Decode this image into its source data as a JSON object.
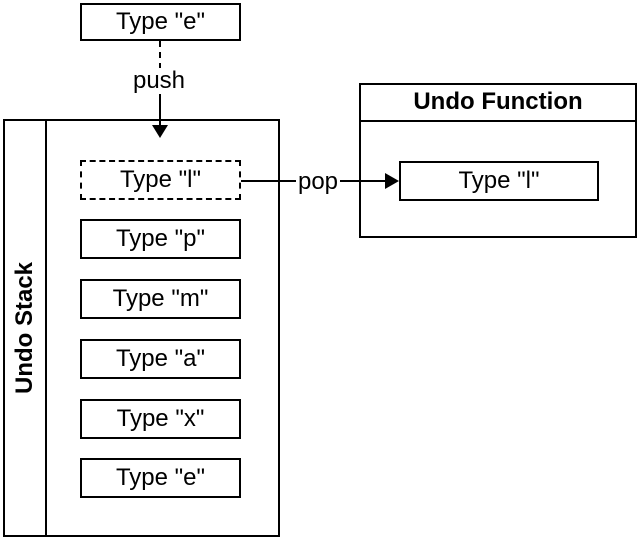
{
  "diagram": {
    "background_color": "#ffffff",
    "line_color": "#000000",
    "text_color": "#000000"
  },
  "incoming_keystroke": {
    "label": "Type \"e\""
  },
  "connectors": {
    "push": {
      "label": "push"
    },
    "pop": {
      "label": "pop"
    }
  },
  "undo_stack": {
    "title": "Undo Stack",
    "items": [
      {
        "label": "Type \"l\"",
        "style": "dashed"
      },
      {
        "label": "Type \"p\"",
        "style": "solid"
      },
      {
        "label": "Type \"m\"",
        "style": "solid"
      },
      {
        "label": "Type \"a\"",
        "style": "solid"
      },
      {
        "label": "Type \"x\"",
        "style": "solid"
      },
      {
        "label": "Type \"e\"",
        "style": "solid"
      }
    ]
  },
  "undo_function": {
    "title": "Undo Function",
    "item": {
      "label": "Type \"l\""
    }
  }
}
